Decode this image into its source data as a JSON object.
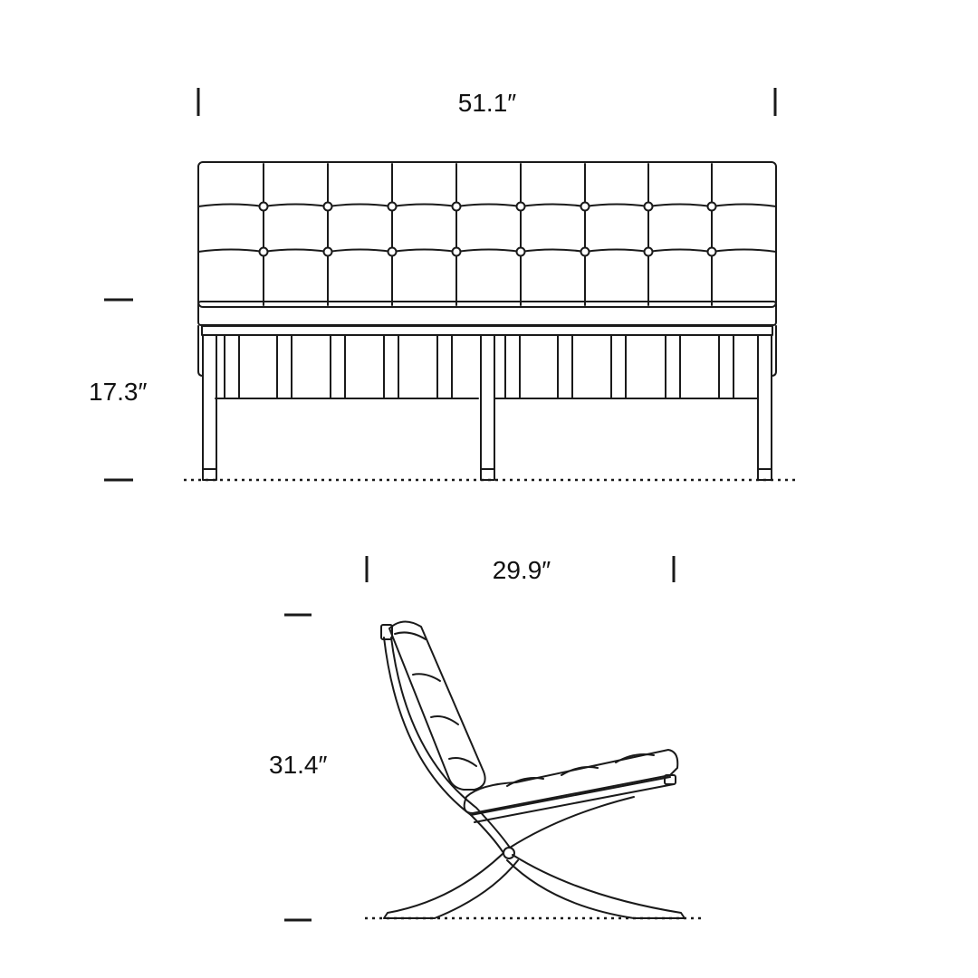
{
  "front_view": {
    "width_label": "51.1″",
    "height_label": "17.3″"
  },
  "side_view": {
    "depth_label": "29.9″",
    "height_label": "31.4″"
  }
}
